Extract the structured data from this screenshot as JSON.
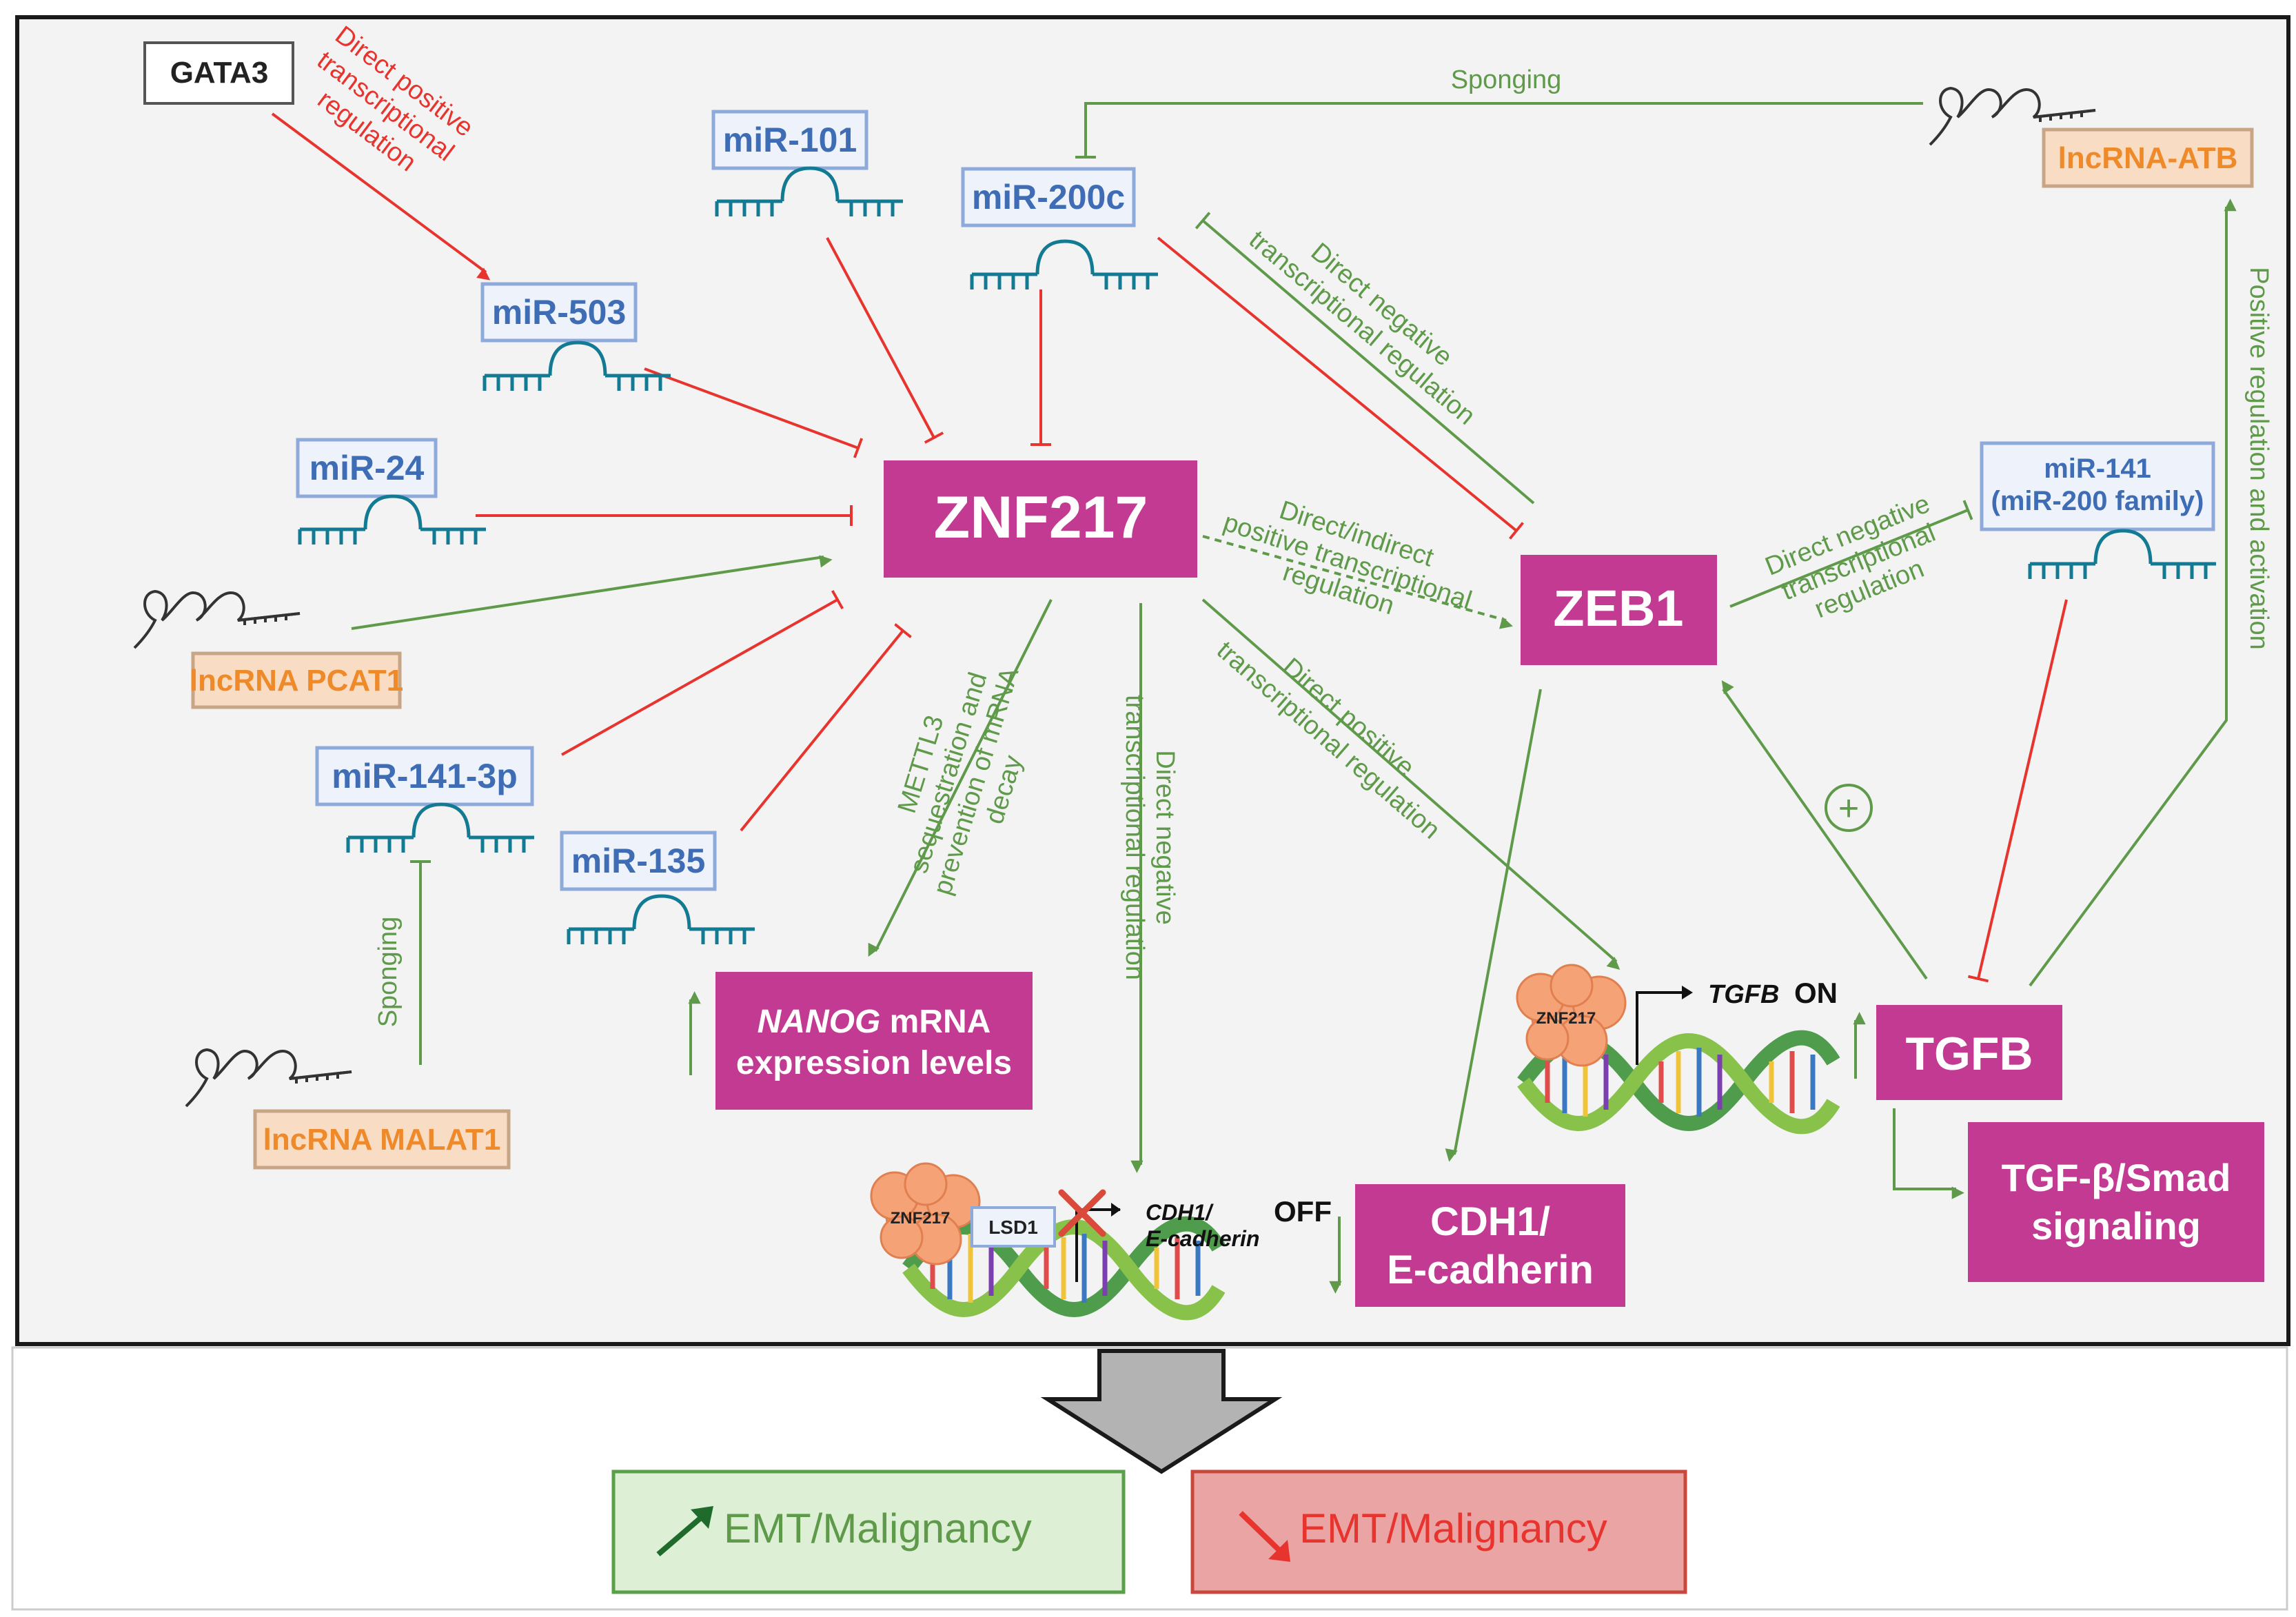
{
  "nodes": {
    "gata3": "GATA3",
    "mir101": "miR-101",
    "mir200c": "miR-200c",
    "mir503": "miR-503",
    "mir24": "miR-24",
    "pcat1": "lncRNA PCAT1",
    "mir1413p": "miR-141-3p",
    "mir135": "miR-135",
    "malat1": "lncRNA MALAT1",
    "atb": "lncRNA-ATB",
    "znf217": "ZNF217",
    "zeb1": "ZEB1",
    "mir141_line1": "miR-141",
    "mir141_line2": "(miR-200 family)",
    "nanog_italic": "NANOG",
    "nanog_rest": " mRNA",
    "nanog_line2": "expression levels",
    "tgfb": "TGFB",
    "tgfsmad_line1": "TGF-β/Smad",
    "tgfsmad_line2": "signaling",
    "cdh1_line1": "CDH1/",
    "cdh1_line2": "E-cadherin"
  },
  "edges": {
    "gata3_l1": "Direct positive",
    "gata3_l2": "transcriptional",
    "gata3_l3": "regulation",
    "sponging_top": "Sponging",
    "sponging_malat": "Sponging",
    "m200_l1": "Direct  negative",
    "m200_l2": "transcriptional regulation",
    "zz_l1": "Direct/indirect",
    "zz_l2": "positive transcriptional",
    "zz_l3": "regulation",
    "z141_l1": "Direct negative",
    "z141_l2": "transcriptional",
    "z141_l3": "regulation",
    "pos_reg": "Positive regulation and activation",
    "mettl_l1": "METTL3",
    "mettl_l2": "sequestration and",
    "mettl_l3": "prevention of mRNA",
    "mettl_l4": "decay",
    "neg_l1": "Direct negative",
    "neg_l2": "transcriptional regulation",
    "tgfpos_l1": "Direct positive",
    "tgfpos_l2": "transcriptional regulation",
    "plus": "+"
  },
  "dna": {
    "znf_small_1": "ZNF217",
    "znf_small_2": "ZNF217",
    "lsd1": "LSD1",
    "cdh1_gene_1": "CDH1/",
    "cdh1_gene_2": "E-cadherin",
    "off": "OFF",
    "tgfb_gene": "TGFB",
    "on": "ON"
  },
  "outcomes": {
    "increase": "EMT/Malignancy",
    "decrease": "EMT/Malignancy"
  },
  "colors": {
    "magenta": "#c23a91",
    "inhibit_red": "#e8342e",
    "activate_green": "#5f9a4a",
    "mirna_blue": "#3f6db5",
    "lncrna_orange": "#ee8a2a",
    "panel_bg": "#f3f3f3"
  }
}
